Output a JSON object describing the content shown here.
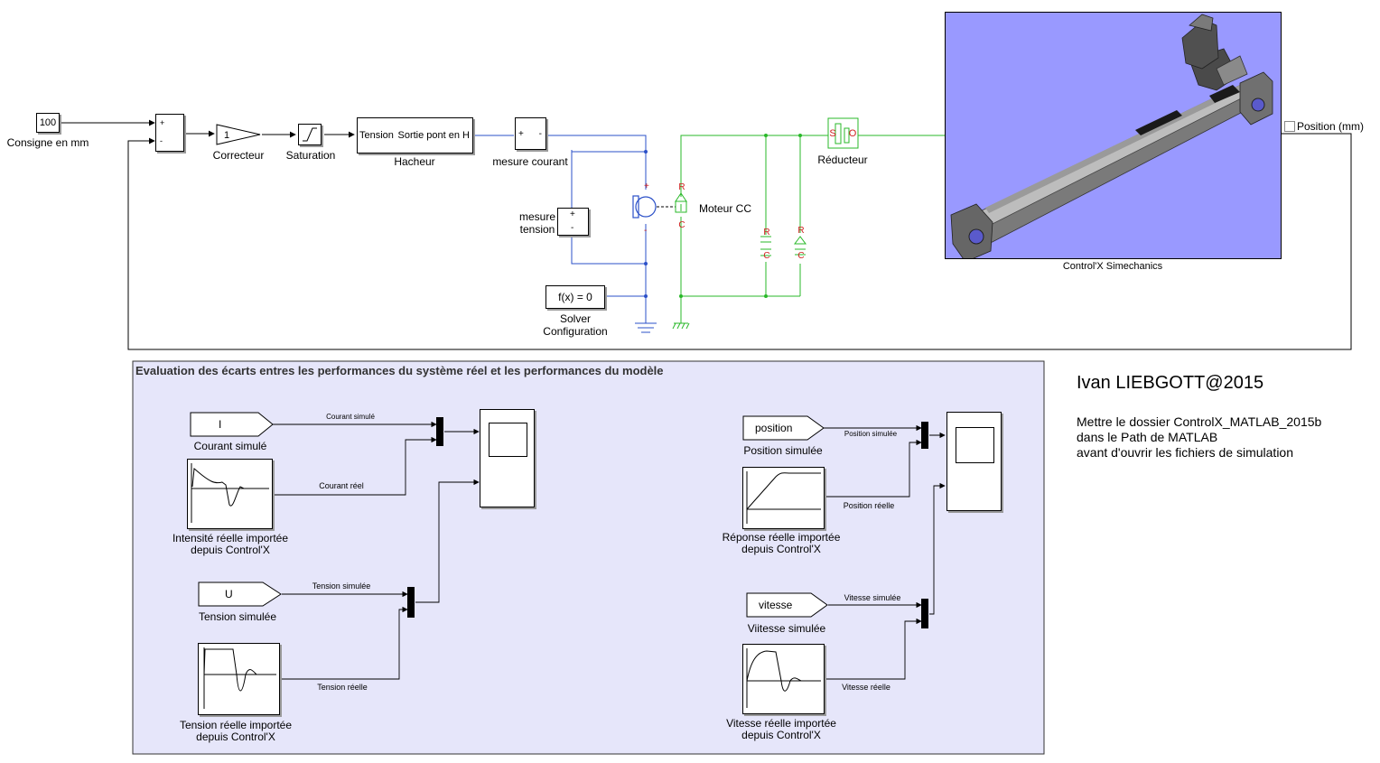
{
  "diagram": {
    "constant": {
      "value": "100",
      "label": "Consigne en mm"
    },
    "sum_signs": {
      "plus": "+",
      "minus": "-"
    },
    "gain": {
      "value": "1",
      "label": "Correcteur"
    },
    "saturation": {
      "label": "Saturation"
    },
    "chopper": {
      "port_in": "Tension",
      "port_out": "Sortie pont en H",
      "label": "Hacheur"
    },
    "current_sensor": {
      "label": "mesure courant",
      "plus": "+",
      "minus": "-"
    },
    "voltage_sensor": {
      "label": "mesure\ntension",
      "plus": "+",
      "minus": "-"
    },
    "solver": {
      "value": "f(x) = 0",
      "label": "Solver\nConfiguration"
    },
    "motor": {
      "label": "Moteur CC",
      "port_c": "C",
      "port_r": "R"
    },
    "inertia1": {
      "port_c": "C",
      "port_r": "R"
    },
    "inertia2": {
      "port_c": "C",
      "port_r": "R"
    },
    "gearbox": {
      "label": "Réducteur",
      "port_s": "S",
      "port_o": "O"
    },
    "simechanics": {
      "label": "Control'X Simechanics"
    },
    "output": {
      "label": "Position (mm)"
    }
  },
  "evaluation": {
    "title": "Evaluation des écarts entres les performances du système réel et les performances du modèle",
    "courant_tag": {
      "value": "I",
      "label": "Courant simulé",
      "signal": "Courant simulé"
    },
    "courant_reel": {
      "label": "Intensité réelle  importée\ndepuis Control'X",
      "signal": "Courant réel"
    },
    "tension_tag": {
      "value": "U",
      "label": "Tension simulée",
      "signal": "Tension simulée"
    },
    "tension_reel": {
      "label": "Tension réelle  importée\ndepuis Control'X",
      "signal": "Tension réelle"
    },
    "position_tag": {
      "value": "position",
      "label": "Position simulée",
      "signal": "Position simulée"
    },
    "position_reel": {
      "label": "Réponse réelle importée\ndepuis Control'X",
      "signal": "Position réelle"
    },
    "vitesse_tag": {
      "value": "vitesse",
      "label": "Viitesse simulée",
      "signal": "Vitesse simulée"
    },
    "vitesse_reel": {
      "label": "Vitesse réelle  importée\ndepuis Control'X",
      "signal": "Vitesse réelle"
    }
  },
  "notes": {
    "author": "Ivan LIEBGOTT@2015",
    "instructions": "Mettre le dossier ControlX_MATLAB_2015b\ndans le Path de MATLAB\navant d'ouvrir les fichiers de simulation"
  },
  "colors": {
    "signal": "#000000",
    "electrical": "#2b50c8",
    "mechanical": "#28b828",
    "port_red": "#d02020",
    "subsystem_fill": "#e6e6fa",
    "sim_fill": "#9999ff"
  }
}
